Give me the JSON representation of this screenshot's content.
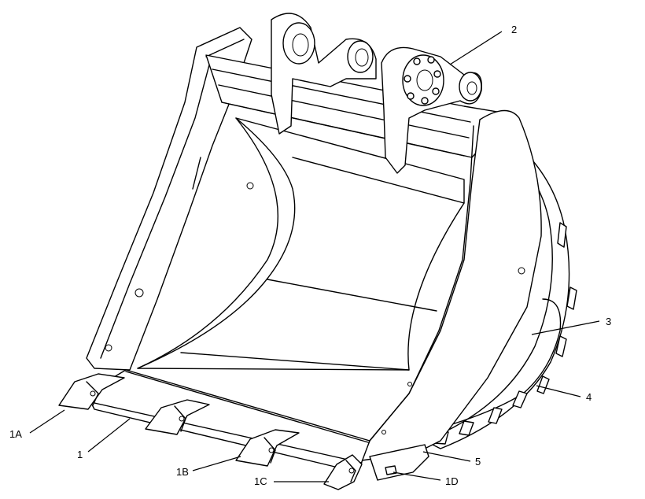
{
  "diagram": {
    "callouts": [
      {
        "id": "label-2",
        "text": "2"
      },
      {
        "id": "label-3",
        "text": "3"
      },
      {
        "id": "label-4",
        "text": "4"
      },
      {
        "id": "label-5",
        "text": "5"
      },
      {
        "id": "label-1",
        "text": "1"
      },
      {
        "id": "label-1A",
        "text": "1A"
      },
      {
        "id": "label-1B",
        "text": "1B"
      },
      {
        "id": "label-1C",
        "text": "1C"
      },
      {
        "id": "label-1D",
        "text": "1D"
      }
    ]
  }
}
